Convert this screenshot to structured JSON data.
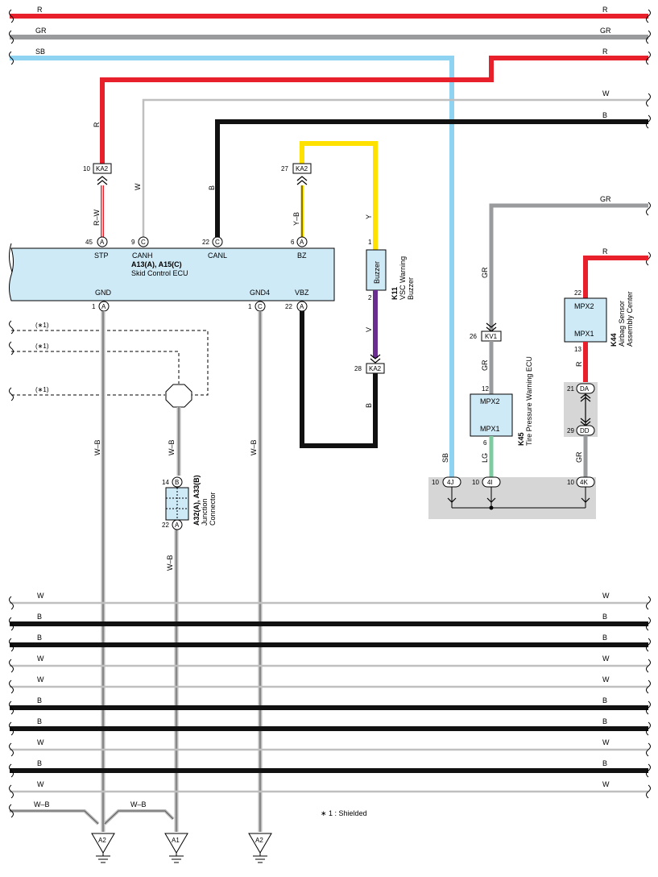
{
  "colors": {
    "R": "#e8202c",
    "GR": "#9a9b9d",
    "SB": "#8fd3f2",
    "B": "#111111",
    "W": "#bfbfbf",
    "Y": "#ffe100",
    "V": "#6a2d91",
    "LG": "#7ecba0",
    "ecu_fill": "#cfeaf7",
    "shade": "#d6d6d6"
  },
  "ecu": {
    "name_codes": "A13(A), A15(C)",
    "name": "Skid Control ECU",
    "pins_top": [
      {
        "num": "45",
        "conn": "A",
        "label": "STP"
      },
      {
        "num": "9",
        "conn": "C",
        "label": "CANH"
      },
      {
        "num": "22",
        "conn": "C",
        "label": "CANL"
      },
      {
        "num": "6",
        "conn": "A",
        "label": "BZ"
      }
    ],
    "pins_bottom": [
      {
        "num": "1",
        "conn": "A",
        "label": "GND"
      },
      {
        "num": "1",
        "conn": "C",
        "label": "GND4"
      },
      {
        "num": "22",
        "conn": "A",
        "label": "VBZ"
      }
    ]
  },
  "buzzer": {
    "code": "K11",
    "name1": "VSC Warning",
    "name2": "Buzzer",
    "label": "Buzzer",
    "pin_top": "1",
    "pin_bottom": "2"
  },
  "tpw": {
    "code": "K45",
    "name": "Tire Pressure Warning ECU",
    "pin1": "MPX2",
    "pin2": "MPX1",
    "num_top": "12",
    "num_bottom": "6"
  },
  "airbag": {
    "code": "K44",
    "name1": "Airbag Sensor",
    "name2": "Assembly Center",
    "pin1": "MPX2",
    "pin2": "MPX1",
    "num_top": "22",
    "num_bottom": "13"
  },
  "junction": {
    "codes": "A32(A), A33(B)",
    "name1": "Junction",
    "name2": "Connector",
    "num_top": "14",
    "conn_top": "B",
    "num_bottom": "22",
    "conn_bottom": "A"
  },
  "connectors": {
    "ka2_r": {
      "num": "10",
      "label": "KA2"
    },
    "ka2_y": {
      "num": "27",
      "label": "KA2"
    },
    "ka2_v": {
      "num": "28",
      "label": "KA2"
    },
    "kv1": {
      "num": "26",
      "label": "KV1"
    },
    "da": {
      "num": "21",
      "label": "DA"
    },
    "dd": {
      "num": "29",
      "label": "DD"
    },
    "j4j": {
      "num": "10",
      "label": "4J"
    },
    "j4i": {
      "num": "10",
      "label": "4I"
    },
    "j4k": {
      "num": "10",
      "label": "4K"
    }
  },
  "wires": {
    "top_R": "R",
    "top_GR": "GR",
    "top_SB": "SB",
    "top_R2": "R",
    "stp_R": "R",
    "stp_RW": "R–W",
    "canh_W": "W",
    "canl_B": "B",
    "w_right": "W",
    "b_right": "B",
    "bz_Y": "Y",
    "bz_YB": "Y–B",
    "buz_V": "V",
    "buz_B": "B",
    "gr_right": "GR",
    "r_right": "R",
    "tpw_GR": "GR",
    "tpw_GR2": "GR",
    "tpw_LG": "LG",
    "sb_down": "SB",
    "ab_R": "R",
    "ab_GR": "GR",
    "gnd_WB": "W–B",
    "jc_WB": "W–B",
    "jc_WB2": "W–B",
    "gnd4_WB": "W–B",
    "bl_WB1": "W–B",
    "bl_WB2": "W–B"
  },
  "shielded": [
    "(∗1)",
    "(∗1)",
    "(∗1)"
  ],
  "bus": [
    "W",
    "B",
    "B",
    "W",
    "W",
    "B",
    "B",
    "W",
    "B",
    "W"
  ],
  "grounds": [
    "A2",
    "A1",
    "A2"
  ],
  "note": "∗ 1 : Shielded"
}
